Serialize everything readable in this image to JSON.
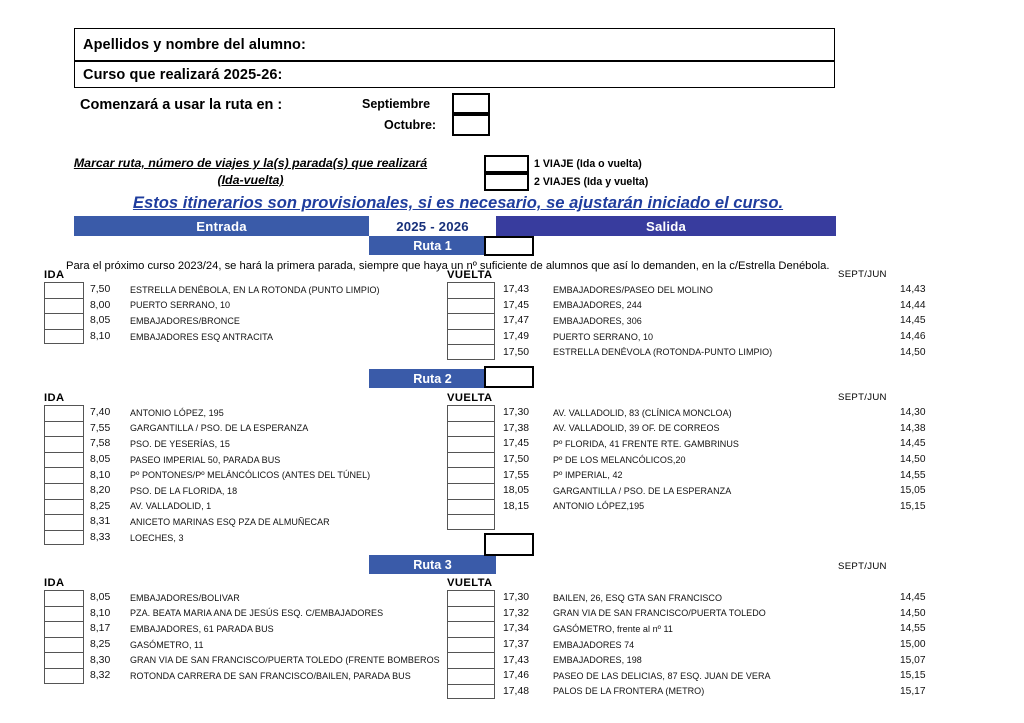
{
  "header": {
    "apellidos_label": "Apellidos y nombre del alumno:",
    "curso_label": "Curso que realizará 2025-26:",
    "comenzar_label": "Comenzará a usar la ruta en :",
    "septiembre_label": "Septiembre",
    "octubre_label": "Octubre:"
  },
  "marcar": {
    "text": "Marcar ruta, número de viajes y la(s) parada(s) que realizará (Ida-vuelta)",
    "viaje1_label": "1 VIAJE (Ida o vuelta)",
    "viaje2_label": "2 VIAJES (Ida y vuelta)"
  },
  "aviso": {
    "text": "Estos itinerarios son provisionales, si es necesario, se ajustarán iniciado el curso.",
    "color": "#1F3D9E"
  },
  "banner": {
    "entrada": "Entrada",
    "year": "2025 - 2026",
    "salida": "Salida",
    "entrada_color": "#3A5BA9",
    "salida_color": "#383C9E"
  },
  "labels": {
    "ida": "IDA",
    "vuelta": "VUELTA",
    "sept_jun": "SEPT/JUN"
  },
  "routes": [
    {
      "name": "Ruta 1",
      "note": "Para el próximo curso 2023/24, se hará la primera parada, siempre que haya un nº suficiente de alumnos que así lo demanden, en la c/Estrella Denébola.",
      "ida_boxes": 4,
      "vuelta_boxes": 5,
      "ida": [
        {
          "time": "7,50",
          "name": "ESTRELLA DENÉBOLA, EN LA ROTONDA (PUNTO LIMPIO)"
        },
        {
          "time": "8,00",
          "name": "PUERTO SERRANO, 10"
        },
        {
          "time": "8,05",
          "name": "EMBAJADORES/BRONCE"
        },
        {
          "time": "8,10",
          "name": "EMBAJADORES ESQ ANTRACITA"
        }
      ],
      "vuelta": [
        {
          "time": "17,43",
          "name": "EMBAJADORES/PASEO DEL MOLINO",
          "alt": "14,43"
        },
        {
          "time": "17,45",
          "name": "EMBAJADORES, 244",
          "alt": "14,44"
        },
        {
          "time": "17,47",
          "name": "EMBAJADORES, 306",
          "alt": "14,45"
        },
        {
          "time": "17,49",
          "name": "PUERTO SERRANO, 10",
          "alt": "14,46"
        },
        {
          "time": "17,50",
          "name": "ESTRELLA DENÉVOLA (ROTONDA-PUNTO LIMPIO)",
          "alt": "14,50"
        }
      ]
    },
    {
      "name": "Ruta 2",
      "note": "",
      "ida_boxes": 9,
      "vuelta_boxes": 8,
      "ida": [
        {
          "time": "7,40",
          "name": "ANTONIO LÓPEZ, 195"
        },
        {
          "time": "7,55",
          "name": "GARGANTILLA / PSO. DE LA ESPERANZA"
        },
        {
          "time": "7,58",
          "name": "PSO. DE YESERÍAS, 15"
        },
        {
          "time": "8,05",
          "name": "PASEO IMPERIAL 50, PARADA BUS"
        },
        {
          "time": "8,10",
          "name": "Pº PONTONES/Pº MELÁNCÓLICOS (ANTES DEL TÚNEL)"
        },
        {
          "time": "8,20",
          "name": "PSO. DE LA FLORIDA, 18"
        },
        {
          "time": "8,25",
          "name": "AV. VALLADOLID, 1"
        },
        {
          "time": "8,31",
          "name": "ANICETO MARINAS ESQ PZA DE ALMUÑECAR"
        },
        {
          "time": "8,33",
          "name": "LOECHES, 3"
        }
      ],
      "vuelta": [
        {
          "time": "17,30",
          "name": "AV. VALLADOLID, 83 (CLÍNICA MONCLOA)",
          "alt": "14,30"
        },
        {
          "time": "17,38",
          "name": "AV. VALLADOLID, 39 OF. DE CORREOS",
          "alt": "14,38"
        },
        {
          "time": "17,45",
          "name": "Pº FLORIDA, 41 FRENTE RTE. GAMBRINUS",
          "alt": "14,45"
        },
        {
          "time": "17,50",
          "name": "Pº DE LOS MELANCÓLICOS,20",
          "alt": "14,50"
        },
        {
          "time": "17,55",
          "name": "Pº IMPERIAL, 42",
          "alt": "14,55"
        },
        {
          "time": "18,05",
          "name": "GARGANTILLA / PSO. DE LA ESPERANZA",
          "alt": "15,05"
        },
        {
          "time": "18,15",
          "name": "ANTONIO LÓPEZ,195",
          "alt": "15,15"
        }
      ]
    },
    {
      "name": "Ruta 3",
      "note": "",
      "ida_boxes": 6,
      "vuelta_boxes": 7,
      "ida": [
        {
          "time": "8,05",
          "name": "EMBAJADORES/BOLIVAR"
        },
        {
          "time": "8,10",
          "name": "PZA. BEATA MARIA ANA DE JESÚS ESQ. C/EMBAJADORES"
        },
        {
          "time": "8,17",
          "name": "EMBAJADORES, 61 PARADA BUS"
        },
        {
          "time": "8,25",
          "name": "GASÓMETRO, 11"
        },
        {
          "time": "8,30",
          "name": "GRAN VIA DE SAN FRANCISCO/PUERTA TOLEDO (FRENTE BOMBEROS"
        },
        {
          "time": "8,32",
          "name": "ROTONDA CARRERA DE SAN FRANCISCO/BAILEN, PARADA BUS"
        }
      ],
      "vuelta": [
        {
          "time": "17,30",
          "name": "BAILEN, 26, ESQ GTA SAN FRANCISCO",
          "alt": "14,45"
        },
        {
          "time": "17,32",
          "name": "GRAN VIA DE SAN FRANCISCO/PUERTA TOLEDO",
          "alt": "14,50"
        },
        {
          "time": "17,34",
          "name": "GASÓMETRO,  frente al nº 11",
          "alt": "14,55"
        },
        {
          "time": "17,37",
          "name": "EMBAJADORES 74",
          "alt": "15,00"
        },
        {
          "time": "17,43",
          "name": "EMBAJADORES, 198",
          "alt": "15,07"
        },
        {
          "time": "17,46",
          "name": "PASEO DE LAS DELICIAS, 87 ESQ.  JUAN DE VERA",
          "alt": "15,15"
        },
        {
          "time": "17,48",
          "name": "PALOS DE LA FRONTERA (METRO)",
          "alt": "15,17"
        }
      ]
    }
  ]
}
